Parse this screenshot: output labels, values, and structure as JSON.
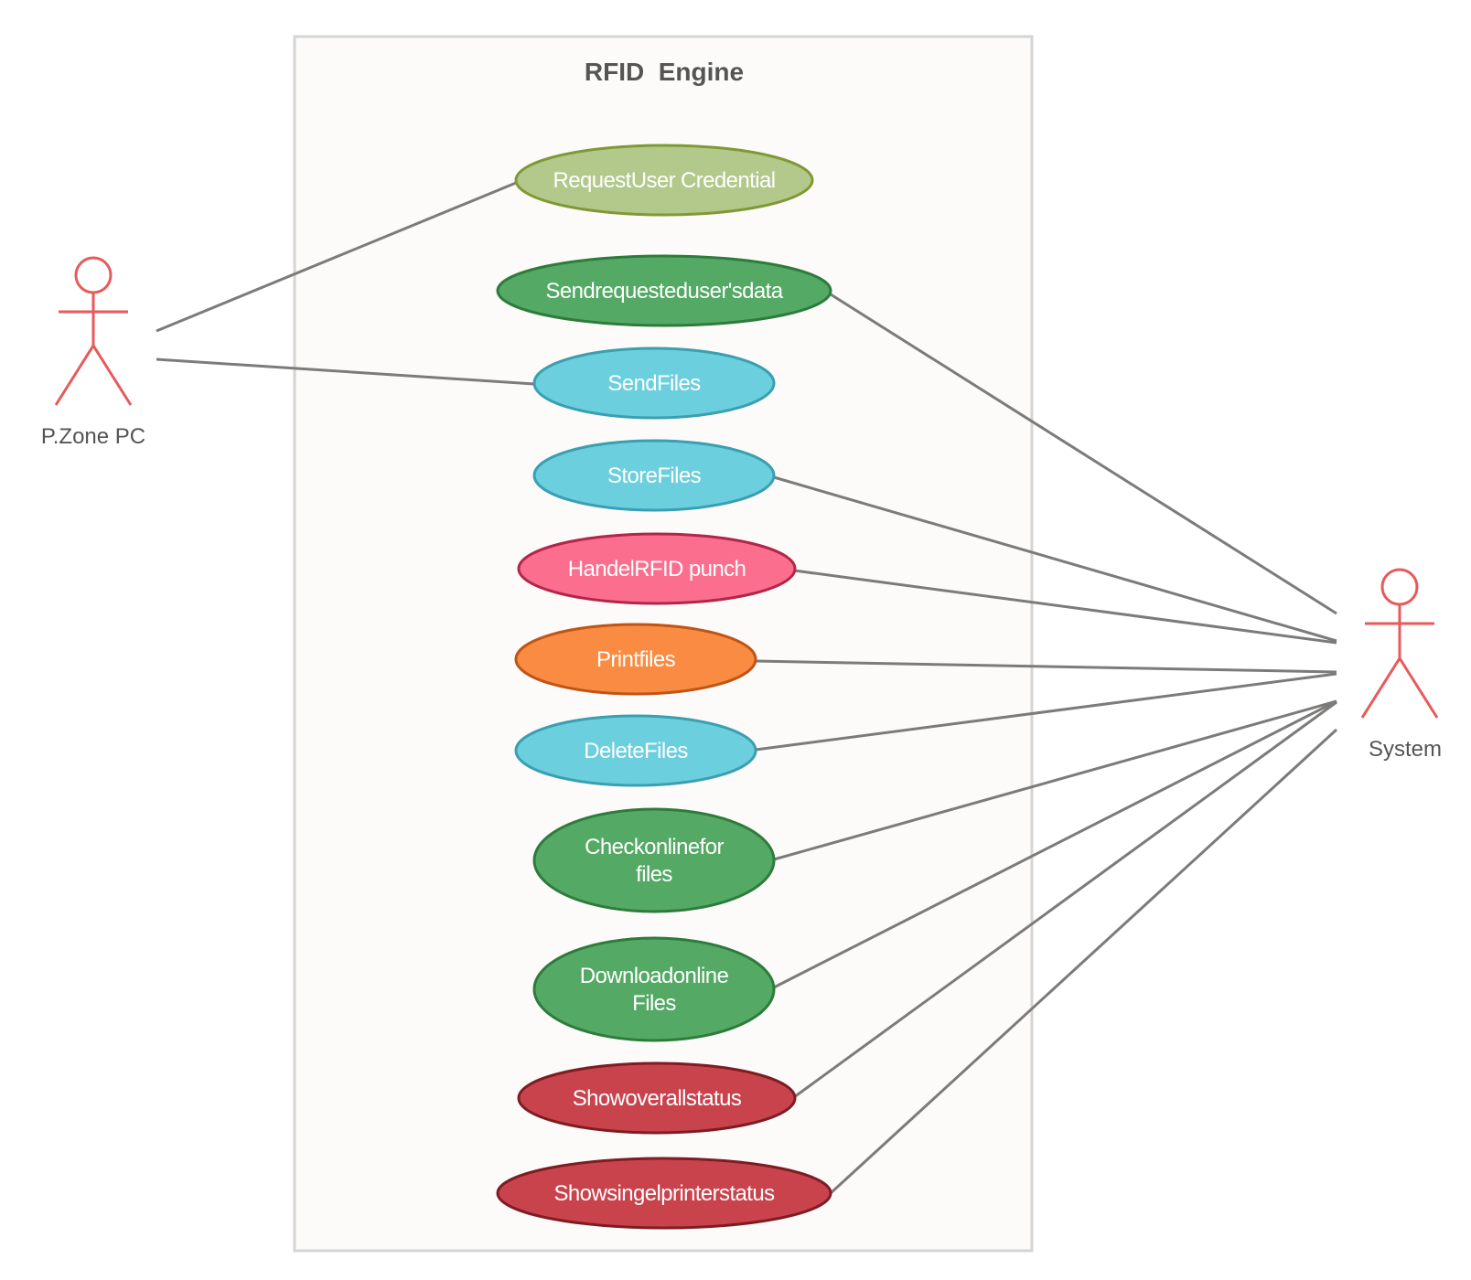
{
  "system": {
    "title": "RFID  Engine"
  },
  "actors": [
    {
      "id": "pzone",
      "label": "P.Zone PC",
      "color": "#e85a5a"
    },
    {
      "id": "system",
      "label": "System",
      "color": "#e85a5a"
    }
  ],
  "use_cases": [
    {
      "id": "uc1",
      "lines": [
        "RequestUser Credential"
      ],
      "fill": "#b3c98b",
      "stroke": "#7e9a34"
    },
    {
      "id": "uc2",
      "lines": [
        "Sendrequesteduser'sdata"
      ],
      "fill": "#54a965",
      "stroke": "#2e7b3c"
    },
    {
      "id": "uc3",
      "lines": [
        "SendFiles"
      ],
      "fill": "#6ccfdd",
      "stroke": "#3a9fb1"
    },
    {
      "id": "uc4",
      "lines": [
        "StoreFiles"
      ],
      "fill": "#6ccfdd",
      "stroke": "#3a9fb1"
    },
    {
      "id": "uc5",
      "lines": [
        "HandelRFID punch"
      ],
      "fill": "#fc6e8e",
      "stroke": "#b2264a"
    },
    {
      "id": "uc6",
      "lines": [
        "Printfiles"
      ],
      "fill": "#f98c42",
      "stroke": "#c05415"
    },
    {
      "id": "uc7",
      "lines": [
        "DeleteFiles"
      ],
      "fill": "#6ccfdd",
      "stroke": "#3a9fb1"
    },
    {
      "id": "uc8",
      "lines": [
        "Checkonlinefor",
        "files"
      ],
      "fill": "#54a965",
      "stroke": "#2e7b3c"
    },
    {
      "id": "uc9",
      "lines": [
        "Downloadonline",
        "Files"
      ],
      "fill": "#54a965",
      "stroke": "#2e7b3c"
    },
    {
      "id": "uc10",
      "lines": [
        "Showoverallstatus"
      ],
      "fill": "#c9434c",
      "stroke": "#7e1c23"
    },
    {
      "id": "uc11",
      "lines": [
        "Showsingelprinterstatus"
      ],
      "fill": "#c9434c",
      "stroke": "#7e1c23"
    }
  ],
  "associations": [
    {
      "from": "pzone",
      "to": "uc1"
    },
    {
      "from": "pzone",
      "to": "uc3"
    },
    {
      "from": "system",
      "to": "uc2"
    },
    {
      "from": "system",
      "to": "uc4"
    },
    {
      "from": "system",
      "to": "uc5"
    },
    {
      "from": "system",
      "to": "uc6"
    },
    {
      "from": "system",
      "to": "uc7"
    },
    {
      "from": "system",
      "to": "uc8"
    },
    {
      "from": "system",
      "to": "uc9"
    },
    {
      "from": "system",
      "to": "uc10"
    },
    {
      "from": "system",
      "to": "uc11"
    }
  ],
  "colors": {
    "line": "#7d7b7a",
    "boundary_fill": "#fcfbfa",
    "boundary_stroke": "#d4d4d4"
  }
}
